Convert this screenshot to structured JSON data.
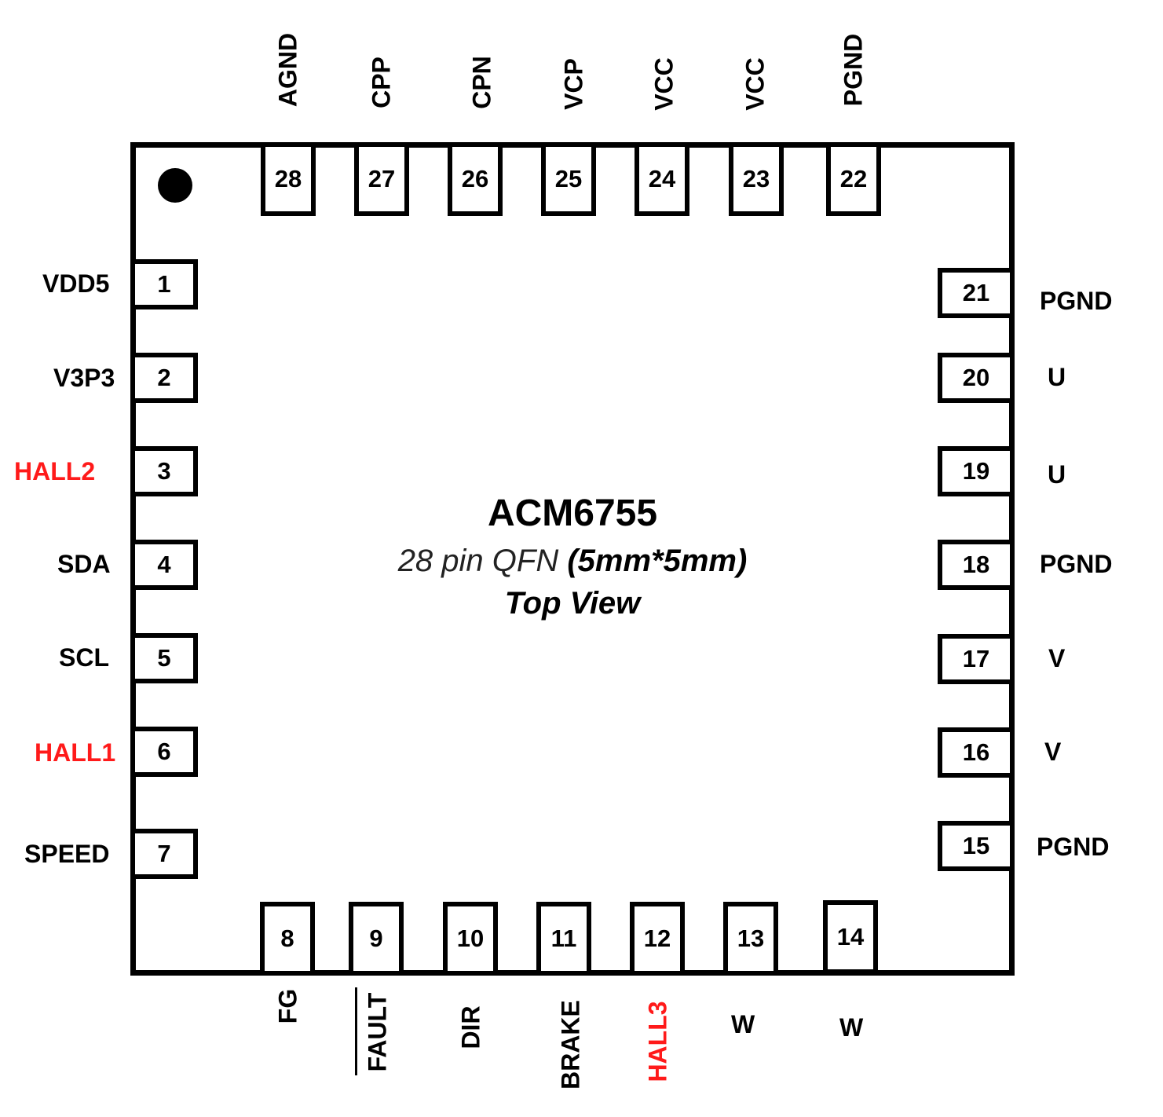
{
  "chip": {
    "name": "ACM6755",
    "package_text": "28 pin QFN",
    "size_text": "(5mm*5mm)",
    "view": "Top View"
  },
  "colors": {
    "outline": "#000000",
    "hall_label": "#ff1a1a"
  },
  "pins": {
    "p1": {
      "num": "1",
      "name": "VDD5"
    },
    "p2": {
      "num": "2",
      "name": "V3P3"
    },
    "p3": {
      "num": "3",
      "name": "HALL2"
    },
    "p4": {
      "num": "4",
      "name": "SDA"
    },
    "p5": {
      "num": "5",
      "name": "SCL"
    },
    "p6": {
      "num": "6",
      "name": "HALL1"
    },
    "p7": {
      "num": "7",
      "name": "SPEED"
    },
    "p8": {
      "num": "8",
      "name": "FG"
    },
    "p9": {
      "num": "9",
      "name": "FAULT"
    },
    "p10": {
      "num": "10",
      "name": "DIR"
    },
    "p11": {
      "num": "11",
      "name": "BRAKE"
    },
    "p12": {
      "num": "12",
      "name": "HALL3"
    },
    "p13": {
      "num": "13",
      "name": "W"
    },
    "p14": {
      "num": "14",
      "name": "W"
    },
    "p15": {
      "num": "15",
      "name": "PGND"
    },
    "p16": {
      "num": "16",
      "name": "V"
    },
    "p17": {
      "num": "17",
      "name": "V"
    },
    "p18": {
      "num": "18",
      "name": "PGND"
    },
    "p19": {
      "num": "19",
      "name": "U"
    },
    "p20": {
      "num": "20",
      "name": "U"
    },
    "p21": {
      "num": "21",
      "name": "PGND"
    },
    "p22": {
      "num": "22",
      "name": "PGND"
    },
    "p23": {
      "num": "23",
      "name": "VCC"
    },
    "p24": {
      "num": "24",
      "name": "VCC"
    },
    "p25": {
      "num": "25",
      "name": "VCP"
    },
    "p26": {
      "num": "26",
      "name": "CPN"
    },
    "p27": {
      "num": "27",
      "name": "CPP"
    },
    "p28": {
      "num": "28",
      "name": "AGND"
    }
  }
}
